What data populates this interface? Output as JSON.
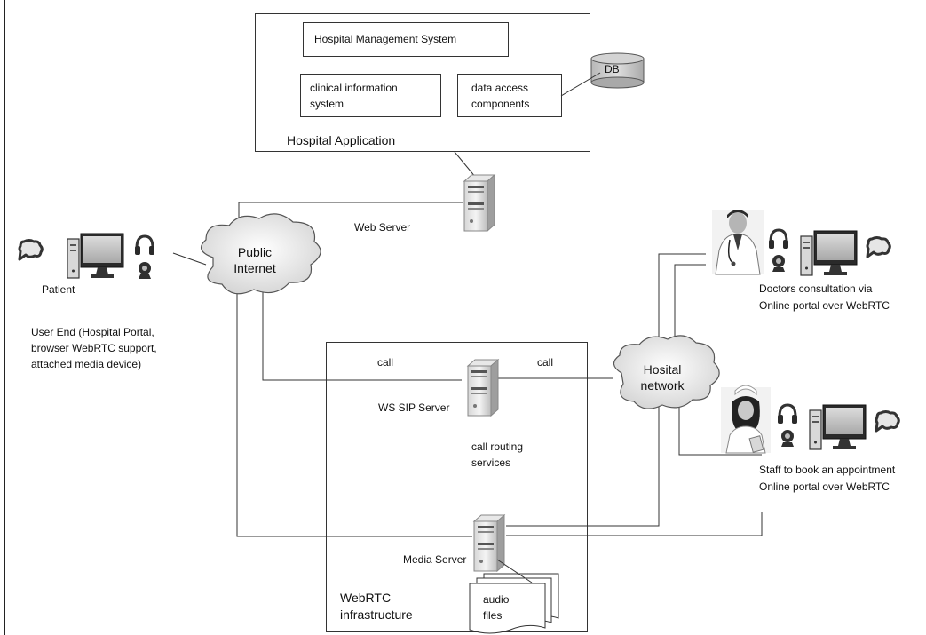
{
  "hospital_app": {
    "title": "Hospital Application",
    "hms": "Hospital Management System",
    "cis": "clinical information\nsystem",
    "dac": "data access\ncomponents",
    "db": "DB"
  },
  "servers": {
    "web": "Web Server",
    "sip": "WS SIP Server",
    "media": "Media Server",
    "routing": "call routing\nservices"
  },
  "networks": {
    "internet": "Public\nInternet",
    "hospital": "Hosital\nnetwork"
  },
  "calls": {
    "left": "call",
    "right": "call"
  },
  "webrtc": {
    "title": "WebRTC\ninfrastructure",
    "audio": "audio\nfiles"
  },
  "patient": {
    "label": "Patient",
    "desc": "User End (Hospital Portal,\nbrowser WebRTC support,\nattached media device)"
  },
  "doctor": {
    "desc": "Doctors consultation via\nOnline portal over WebRTC"
  },
  "staff": {
    "desc": "Staff to book an appointment\nOnline portal over WebRTC"
  }
}
